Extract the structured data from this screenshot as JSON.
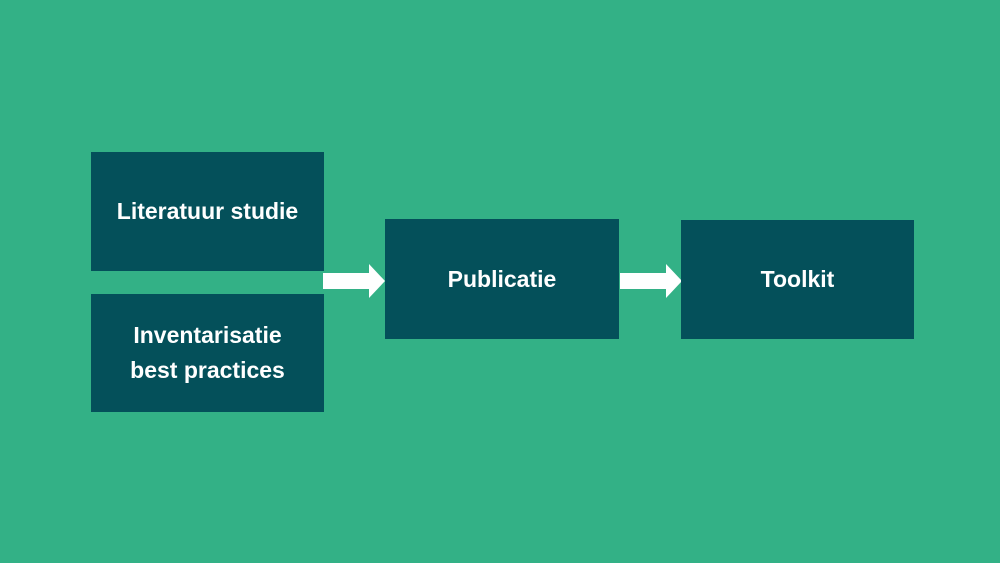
{
  "diagram": {
    "background_color": "#33b186",
    "box_color": "#04505a",
    "text_color": "#ffffff",
    "arrow_color": "#ffffff",
    "boxes": {
      "literatuur": {
        "lines": [
          "Literatuur studie"
        ]
      },
      "inventarisatie": {
        "lines": [
          "Inventarisatie",
          "best practices"
        ]
      },
      "publicatie": {
        "lines": [
          "Publicatie"
        ]
      },
      "toolkit": {
        "lines": [
          "Toolkit"
        ]
      }
    },
    "arrows": [
      {
        "from": "literatuur+inventarisatie",
        "to": "publicatie",
        "icon": "right-arrow-icon"
      },
      {
        "from": "publicatie",
        "to": "toolkit",
        "icon": "right-arrow-icon"
      }
    ]
  }
}
